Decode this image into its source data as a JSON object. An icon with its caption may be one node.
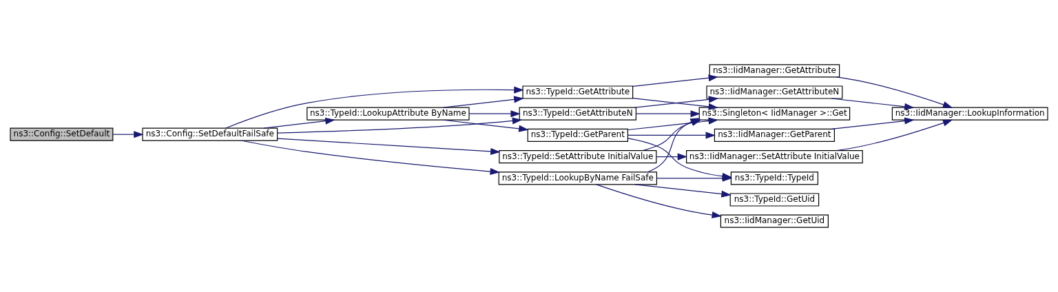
{
  "diagram": {
    "nodes": [
      {
        "text": [
          "ns3::Config::SetDefault"
        ]
      },
      {
        "text": [
          "ns3::Config::SetDefaultFailSafe"
        ]
      },
      {
        "text": [
          "ns3::TypeId::LookupAttribute ByName"
        ]
      },
      {
        "text": [
          "ns3::TypeId::GetAttribute"
        ]
      },
      {
        "text": [
          "ns3::TypeId::GetAttributeN"
        ]
      },
      {
        "text": [
          "ns3::TypeId::GetParent"
        ]
      },
      {
        "text": [
          "ns3::TypeId::SetAttribute InitialValue"
        ]
      },
      {
        "text": [
          "ns3::TypeId::LookupByName FailSafe"
        ]
      },
      {
        "text": [
          "ns3::IidManager::GetAttribute"
        ]
      },
      {
        "text": [
          "ns3::IidManager::GetAttributeN"
        ]
      },
      {
        "text": [
          "ns3::Singleton< IidManager >::Get"
        ]
      },
      {
        "text": [
          "ns3::IidManager::GetParent"
        ]
      },
      {
        "text": [
          "ns3::IidManager::SetAttribute InitialValue"
        ]
      },
      {
        "text": [
          "ns3::TypeId::TypeId"
        ]
      },
      {
        "text": [
          "ns3::TypeId::GetUid"
        ]
      },
      {
        "text": [
          "ns3::IidManager::GetUid"
        ]
      },
      {
        "text": [
          "ns3::IidManager::LookupInformation"
        ]
      }
    ],
    "edges": [
      {
        "from": 0,
        "to": 1,
        "arrow": "to"
      },
      {
        "from": 1,
        "to": 3,
        "arrow": "to"
      },
      {
        "from": 1,
        "to": 2,
        "arrow": "to"
      },
      {
        "from": 1,
        "to": 4,
        "arrow": "to"
      },
      {
        "from": 1,
        "to": 6,
        "arrow": "to"
      },
      {
        "from": 1,
        "to": 7,
        "arrow": "to"
      },
      {
        "from": 2,
        "to": 3,
        "arrow": "to"
      },
      {
        "from": 2,
        "to": 4,
        "arrow": "to"
      },
      {
        "from": 2,
        "to": 5,
        "arrow": "to"
      },
      {
        "from": 3,
        "to": 8,
        "arrow": "to"
      },
      {
        "from": 3,
        "to": 10,
        "arrow": "to"
      },
      {
        "from": 4,
        "to": 9,
        "arrow": "to"
      },
      {
        "from": 4,
        "to": 10,
        "arrow": "to"
      },
      {
        "from": 5,
        "to": 10,
        "arrow": "to"
      },
      {
        "from": 5,
        "to": 11,
        "arrow": "to"
      },
      {
        "from": 5,
        "to": 13,
        "arrow": "to"
      },
      {
        "from": 6,
        "to": 10,
        "arrow": "to"
      },
      {
        "from": 6,
        "to": 12,
        "arrow": "to"
      },
      {
        "from": 7,
        "to": 10,
        "arrow": "to"
      },
      {
        "from": 7,
        "to": 13,
        "arrow": "to"
      },
      {
        "from": 7,
        "to": 14,
        "arrow": "to"
      },
      {
        "from": 7,
        "to": 15,
        "arrow": "to"
      },
      {
        "from": 8,
        "to": 16,
        "arrow": "to"
      },
      {
        "from": 9,
        "to": 16,
        "arrow": "to"
      },
      {
        "from": 11,
        "to": 16,
        "arrow": "to"
      },
      {
        "from": 12,
        "to": 16,
        "arrow": "to"
      }
    ]
  }
}
